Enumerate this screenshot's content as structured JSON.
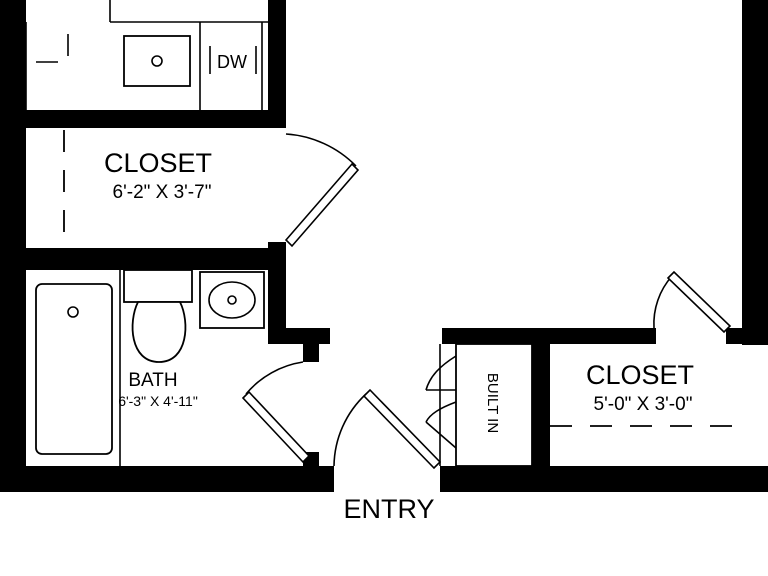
{
  "rooms": {
    "closet_1": {
      "name": "CLOSET",
      "dims": "6'-2\" X 3'-7\""
    },
    "bath": {
      "name": "BATH",
      "dims": "6'-3\" X 4'-11\""
    },
    "closet_2": {
      "name": "CLOSET",
      "dims": "5'-0\" X 3'-0\""
    }
  },
  "fixtures": {
    "dishwasher": "DW",
    "built_in": "BUILT IN"
  },
  "entry": {
    "label": "ENTRY"
  }
}
